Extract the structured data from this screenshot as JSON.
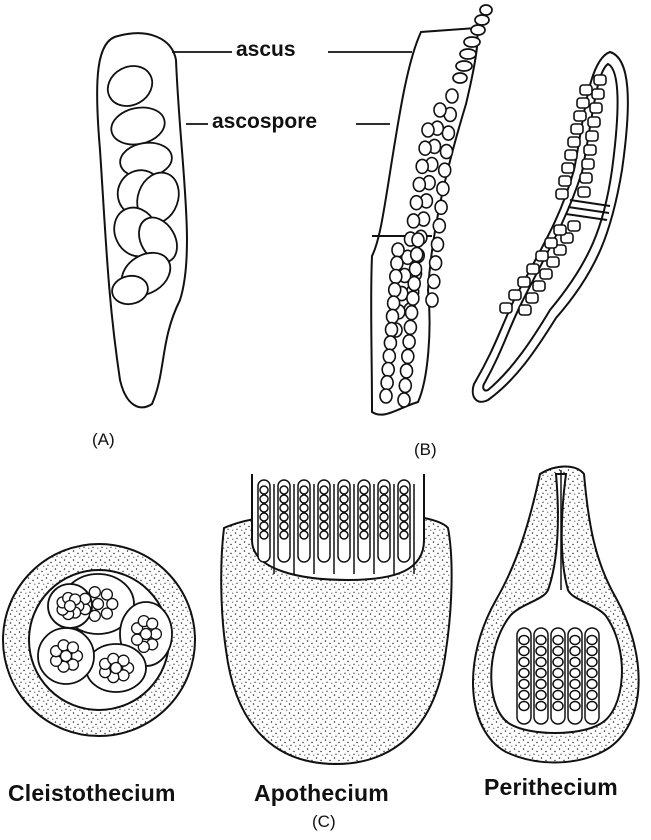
{
  "labels": {
    "ascus": "ascus",
    "ascospore": "ascospore",
    "panel_a": "(A)",
    "panel_b": "(B)",
    "panel_c": "(C)",
    "cleistothecium": "Cleistothecium",
    "apothecium": "Apothecium",
    "perithecium": "Perithecium"
  },
  "colors": {
    "ink": "#111111",
    "paper": "#ffffff"
  }
}
